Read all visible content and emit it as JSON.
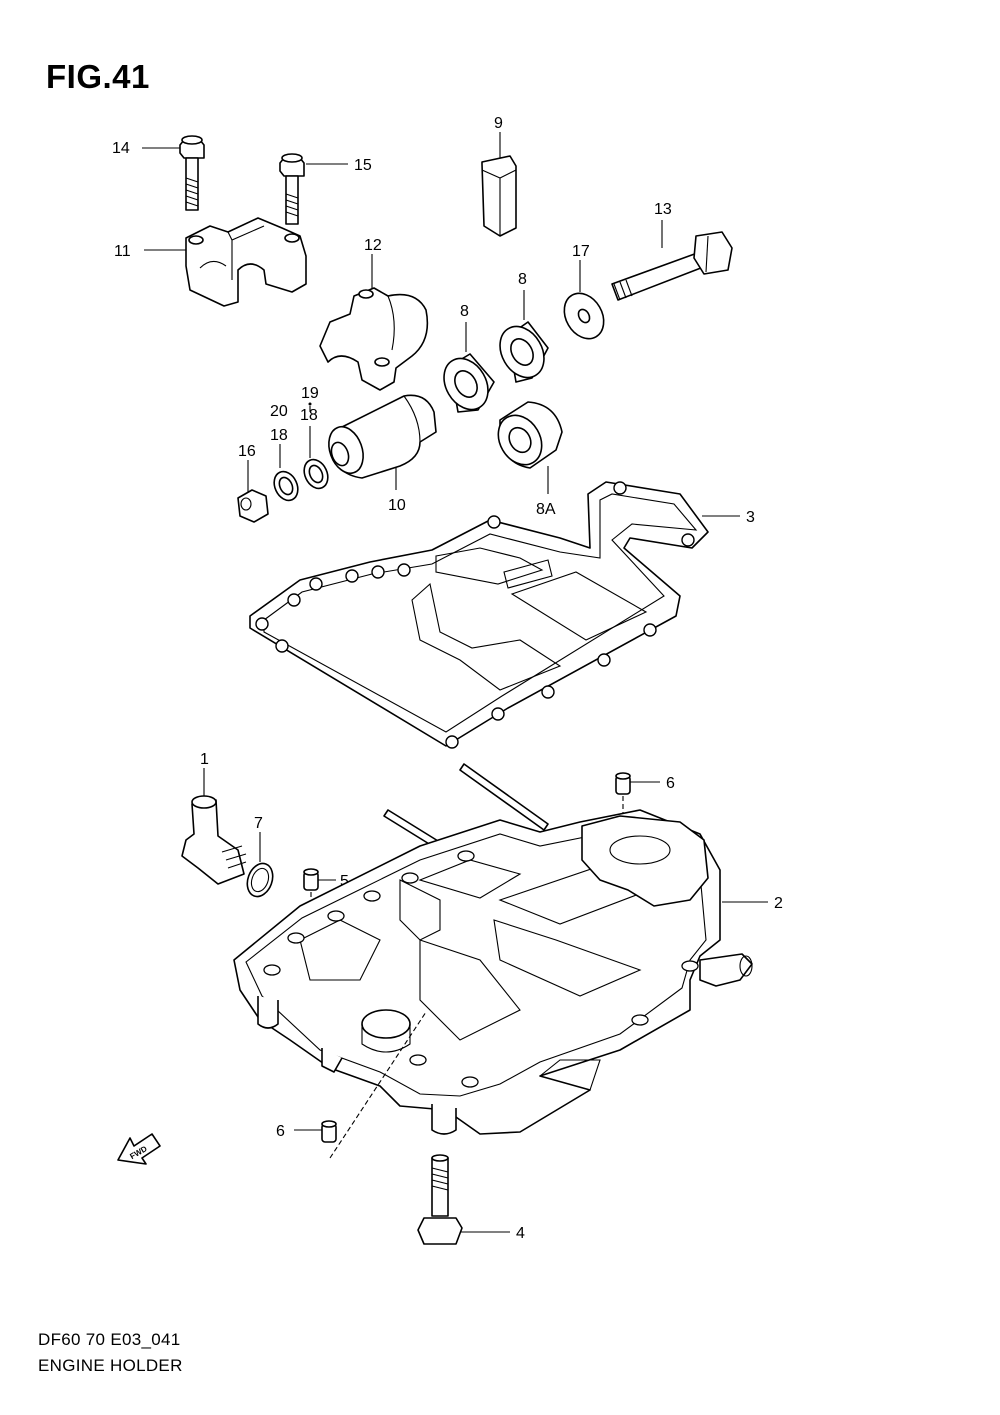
{
  "figure": {
    "title": "FIG.41",
    "footer_code": "DF60 70 E03_041",
    "footer_name": "ENGINE HOLDER"
  },
  "callouts": {
    "c14": "14",
    "c15": "15",
    "c9": "9",
    "c13": "13",
    "c11": "11",
    "c12": "12",
    "c17": "17",
    "c8a": "8",
    "c8b": "8",
    "c19": "19",
    "c20": "20",
    "c18a": "18",
    "c18b": "18",
    "c16": "16",
    "c10": "10",
    "c8A": "8A",
    "c3": "3",
    "c1": "1",
    "c6a": "6",
    "c7": "7",
    "c5": "5",
    "c2": "2",
    "c6b": "6",
    "c4": "4"
  },
  "fwd_marker": "FWD"
}
